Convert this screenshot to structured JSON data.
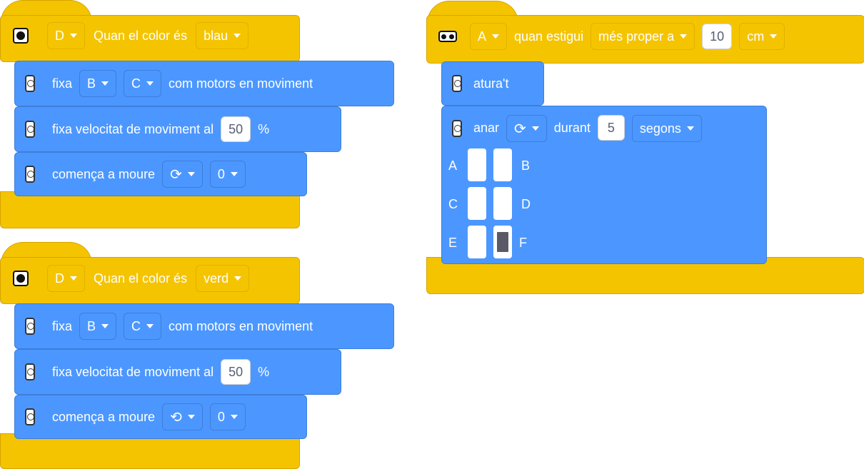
{
  "scripts": [
    {
      "hat": {
        "port": "D",
        "label": "Quan el color és",
        "color": "blau"
      },
      "blocks": [
        {
          "label": "fixa",
          "port1": "B",
          "port2": "C",
          "suffix": "com motors en moviment"
        },
        {
          "label": "fixa velocitat de moviment al",
          "value": "50",
          "unit": "%"
        },
        {
          "label": "comença a moure",
          "direction_icon": "rotate-clockwise-icon",
          "value": "0"
        }
      ]
    },
    {
      "hat": {
        "port": "D",
        "label": "Quan el color és",
        "color": "verd"
      },
      "blocks": [
        {
          "label": "fixa",
          "port1": "B",
          "port2": "C",
          "suffix": "com motors en moviment"
        },
        {
          "label": "fixa velocitat de moviment al",
          "value": "50",
          "unit": "%"
        },
        {
          "label": "comença a moure",
          "direction_icon": "rotate-counterclockwise-icon",
          "value": "0"
        }
      ]
    },
    {
      "hat": {
        "port": "A",
        "label": "quan estigui",
        "comparison": "més proper a",
        "value": "10",
        "unit": "cm"
      },
      "blocks": [
        {
          "label": "atura't"
        },
        {
          "label": "anar",
          "direction_icon": "rotate-clockwise-icon",
          "middle": "durant",
          "value": "5",
          "unit": "segons",
          "pixel_rows": [
            {
              "left": "A",
              "right": "B",
              "cells": [
                false,
                false
              ]
            },
            {
              "left": "C",
              "right": "D",
              "cells": [
                false,
                false
              ]
            },
            {
              "left": "E",
              "right": "F",
              "cells": [
                false,
                true
              ]
            }
          ]
        }
      ]
    }
  ],
  "icons": {
    "color_sensor": "color-sensor-icon",
    "distance_sensor": "distance-sensor-icon",
    "motor": "motor-icon"
  },
  "colors": {
    "event_yellow": "#f5c400",
    "motion_blue": "#4c97ff"
  }
}
